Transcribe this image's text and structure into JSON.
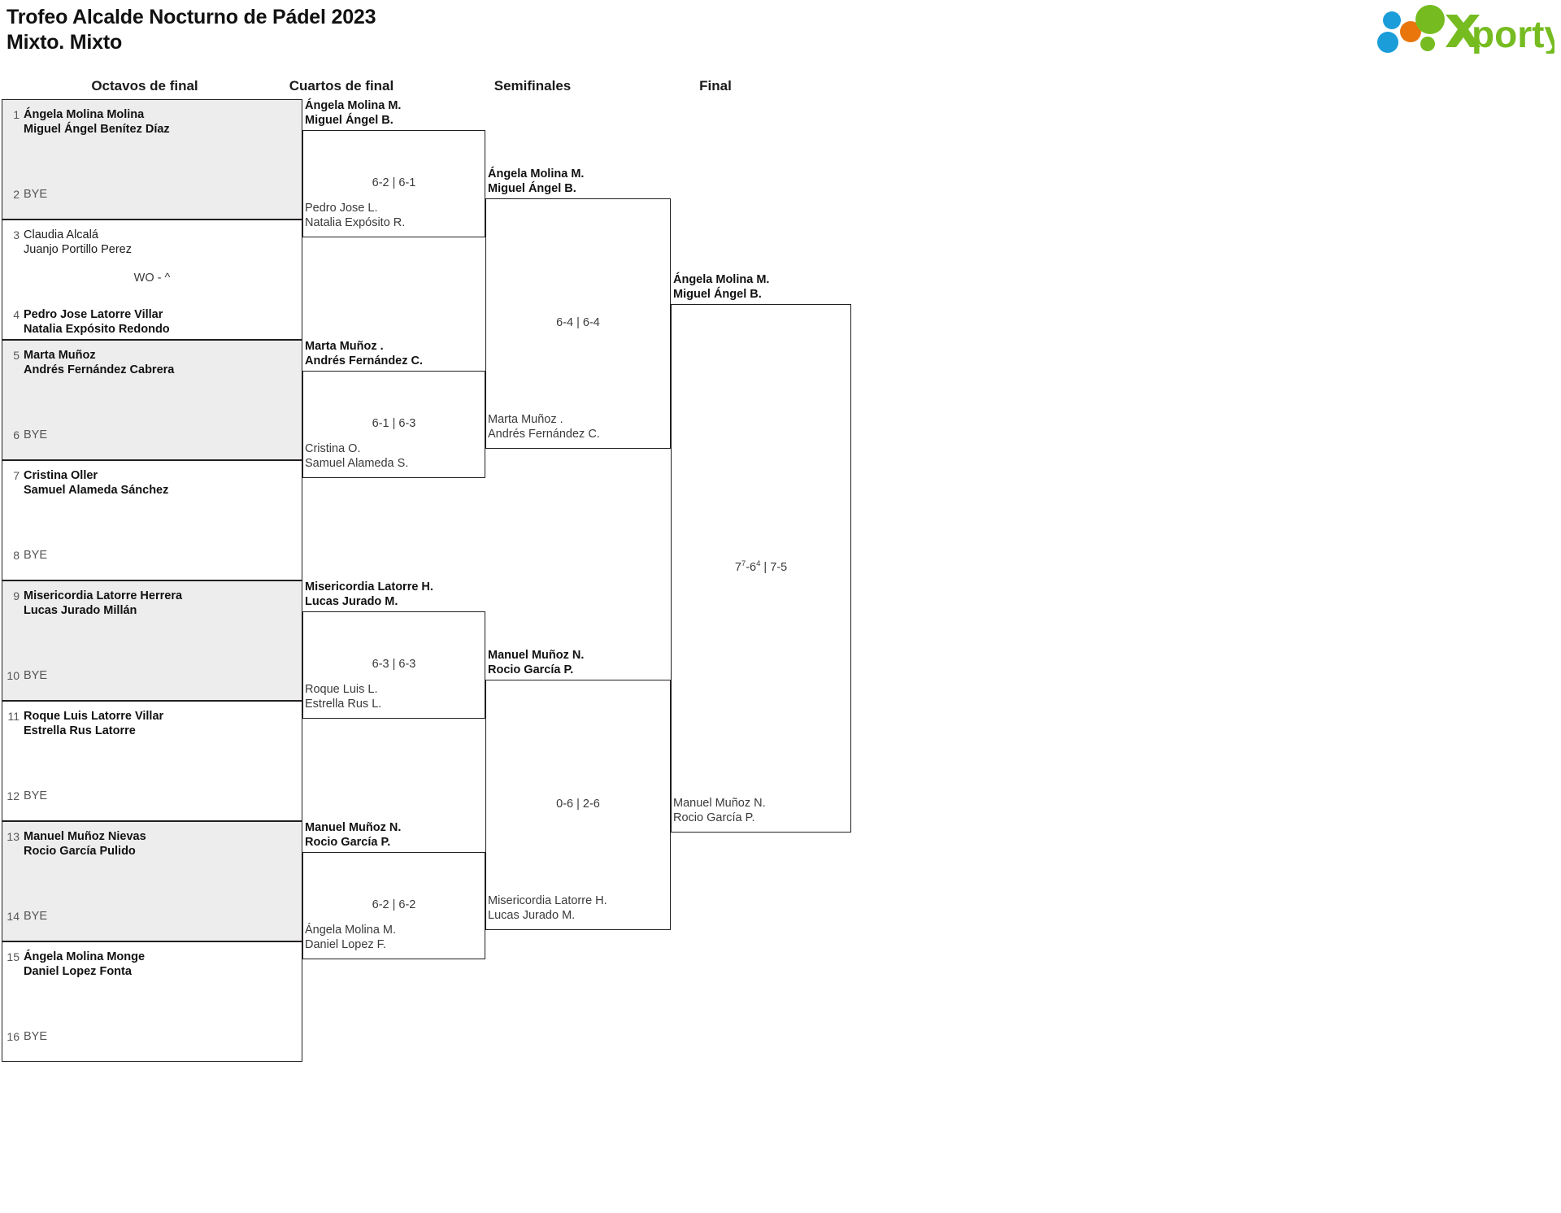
{
  "header": {
    "title_line1": "Trofeo Alcalde Nocturno de Pádel 2023",
    "title_line2": "Mixto. Mixto",
    "logo_text": "xporty",
    "logo_colors": {
      "green": "#76bc21",
      "blue": "#1b9dd9",
      "orange": "#e8760c"
    }
  },
  "rounds": [
    {
      "label": "Octavos de final"
    },
    {
      "label": "Cuartos de final"
    },
    {
      "label": "Semifinales"
    },
    {
      "label": "Final"
    }
  ],
  "round1": {
    "matches": [
      {
        "shaded": true,
        "score": "",
        "top": {
          "seed": "1",
          "names": "Ángela Molina Molina\nMiguel Ángel Benítez Díaz",
          "winner": true,
          "bye": false
        },
        "bottom": {
          "seed": "2",
          "names": "BYE",
          "winner": false,
          "bye": true
        }
      },
      {
        "shaded": false,
        "score": "WO - ^",
        "top": {
          "seed": "3",
          "names": "Claudia Alcalá\nJuanjo Portillo Perez",
          "winner": false,
          "bye": false
        },
        "bottom": {
          "seed": "4",
          "names": "Pedro Jose Latorre Villar\nNatalia Expósito Redondo",
          "winner": true,
          "bye": false
        }
      },
      {
        "shaded": true,
        "score": "",
        "top": {
          "seed": "5",
          "names": "Marta Muñoz\nAndrés Fernández Cabrera",
          "winner": true,
          "bye": false
        },
        "bottom": {
          "seed": "6",
          "names": "BYE",
          "winner": false,
          "bye": true
        }
      },
      {
        "shaded": false,
        "score": "",
        "top": {
          "seed": "7",
          "names": "Cristina Oller\nSamuel Alameda Sánchez",
          "winner": true,
          "bye": false
        },
        "bottom": {
          "seed": "8",
          "names": "BYE",
          "winner": false,
          "bye": true
        }
      },
      {
        "shaded": true,
        "score": "",
        "top": {
          "seed": "9",
          "names": "Misericordia Latorre Herrera\nLucas Jurado Millán",
          "winner": true,
          "bye": false
        },
        "bottom": {
          "seed": "10",
          "names": "BYE",
          "winner": false,
          "bye": true
        }
      },
      {
        "shaded": false,
        "score": "",
        "top": {
          "seed": "11",
          "names": "Roque Luis Latorre Villar\nEstrella Rus Latorre",
          "winner": true,
          "bye": false
        },
        "bottom": {
          "seed": "12",
          "names": "BYE",
          "winner": false,
          "bye": true
        }
      },
      {
        "shaded": true,
        "score": "",
        "top": {
          "seed": "13",
          "names": "Manuel Muñoz Nievas\nRocio García Pulido",
          "winner": true,
          "bye": false
        },
        "bottom": {
          "seed": "14",
          "names": "BYE",
          "winner": false,
          "bye": true
        }
      },
      {
        "shaded": false,
        "score": "",
        "top": {
          "seed": "15",
          "names": "Ángela Molina Monge\nDaniel Lopez Fonta",
          "winner": true,
          "bye": false
        },
        "bottom": {
          "seed": "16",
          "names": "BYE",
          "winner": false,
          "bye": true
        }
      }
    ]
  },
  "quarterfinals": [
    {
      "winner": "Ángela Molina M.\nMiguel Ángel B.",
      "loser": "Pedro Jose L.\nNatalia Expósito R.",
      "score": "6-2 | 6-1"
    },
    {
      "winner": "Marta Muñoz .\nAndrés Fernández C.",
      "loser": "Cristina O.\nSamuel Alameda S.",
      "score": "6-1 | 6-3"
    },
    {
      "winner": "Misericordia Latorre H.\nLucas Jurado M.",
      "loser": "Roque Luis L.\nEstrella Rus L.",
      "score": "6-3 | 6-3"
    },
    {
      "winner": "Manuel Muñoz N.\nRocio García P.",
      "loser": "Ángela Molina M.\nDaniel Lopez F.",
      "score": "6-2 | 6-2"
    }
  ],
  "semifinals": [
    {
      "winner": "Ángela Molina M.\nMiguel Ángel B.",
      "loser": "Marta Muñoz .\nAndrés Fernández C.",
      "score": "6-4 | 6-4"
    },
    {
      "winner": "Manuel Muñoz N.\nRocio García P.",
      "loser": "Misericordia Latorre H.\nLucas Jurado M.",
      "score": "0-6 | 2-6"
    }
  ],
  "final": {
    "champion": "Ángela Molina M.\nMiguel Ángel B.",
    "runner_up": "Manuel Muñoz N.\nRocio García P.",
    "score_plain": "7-6 | 7-5",
    "score_parts": {
      "a": "7",
      "a_sup": "7",
      "b": "6",
      "b_sup": "4",
      "rest": " | 7-5"
    }
  }
}
